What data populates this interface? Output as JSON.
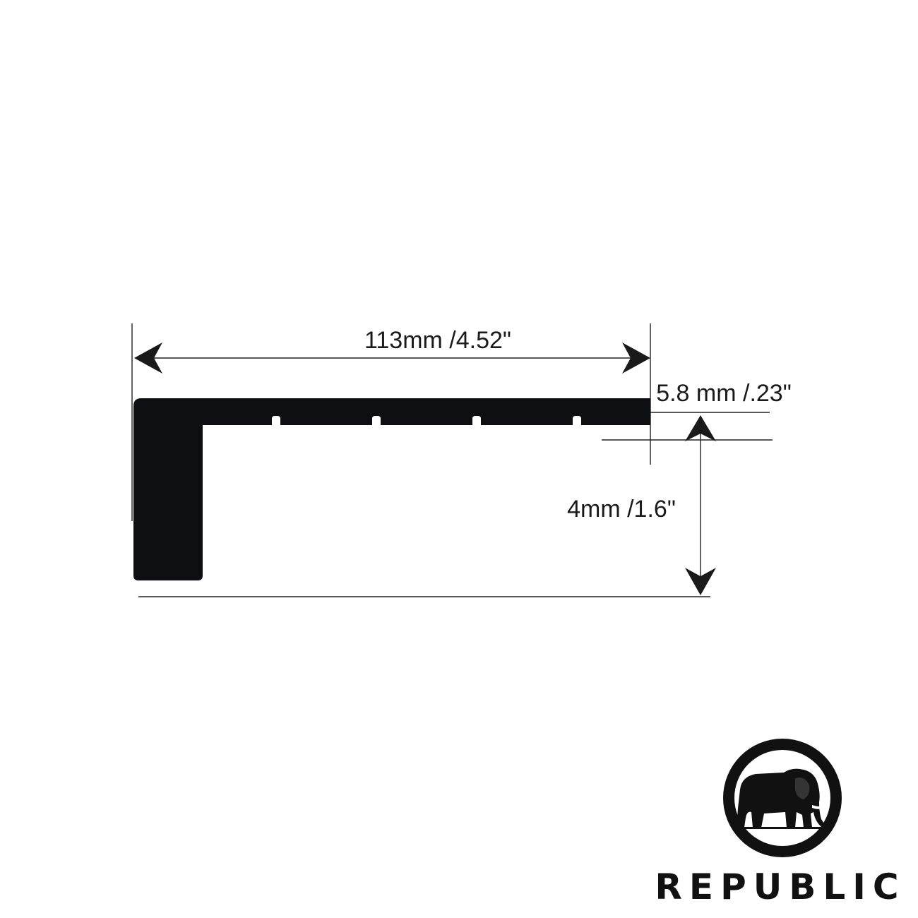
{
  "diagram": {
    "dimensions": {
      "width_label": "113mm /4.52\"",
      "thickness_label": "5.8 mm /.23\"",
      "height_label": "4mm /1.6\""
    },
    "colors": {
      "profile": "#0d0f12",
      "lines": "#222222"
    }
  },
  "brand": {
    "name": "REPUBLIC",
    "logo_icon": "elephant-icon"
  }
}
